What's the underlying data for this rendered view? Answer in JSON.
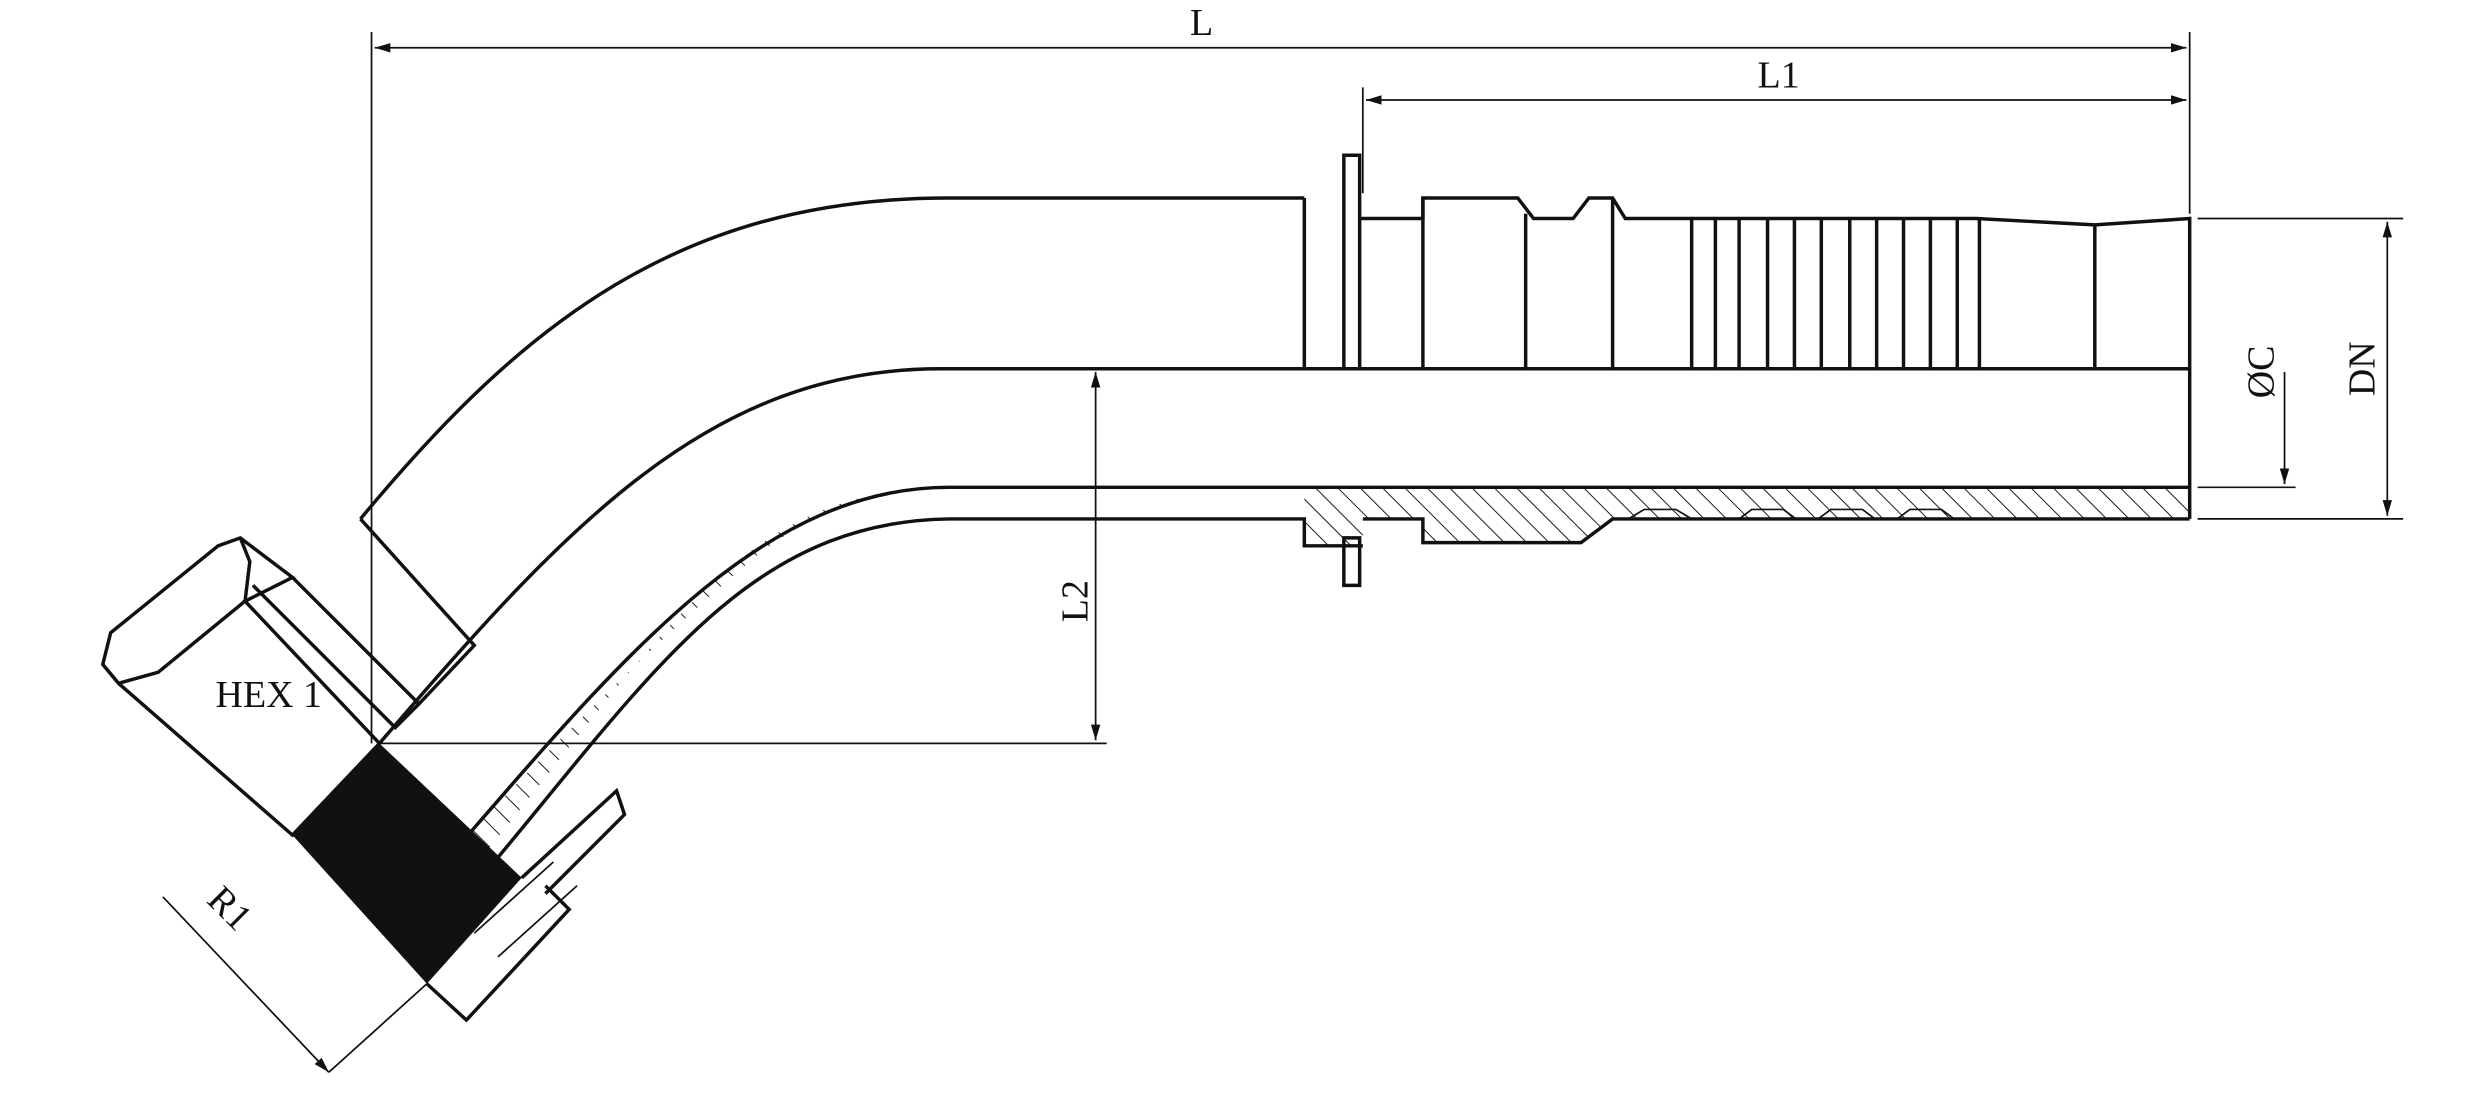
{
  "drawing": {
    "labels": {
      "overall_length": "L",
      "socket_length": "L1",
      "drop_length": "L2",
      "bore_diameter": "ØC",
      "nominal_diameter": "DN",
      "hex_size": "HEX 1",
      "thread": "R1"
    },
    "bend_angle_deg": 45,
    "colors": {
      "line": "#111111",
      "background": "#ffffff"
    }
  }
}
